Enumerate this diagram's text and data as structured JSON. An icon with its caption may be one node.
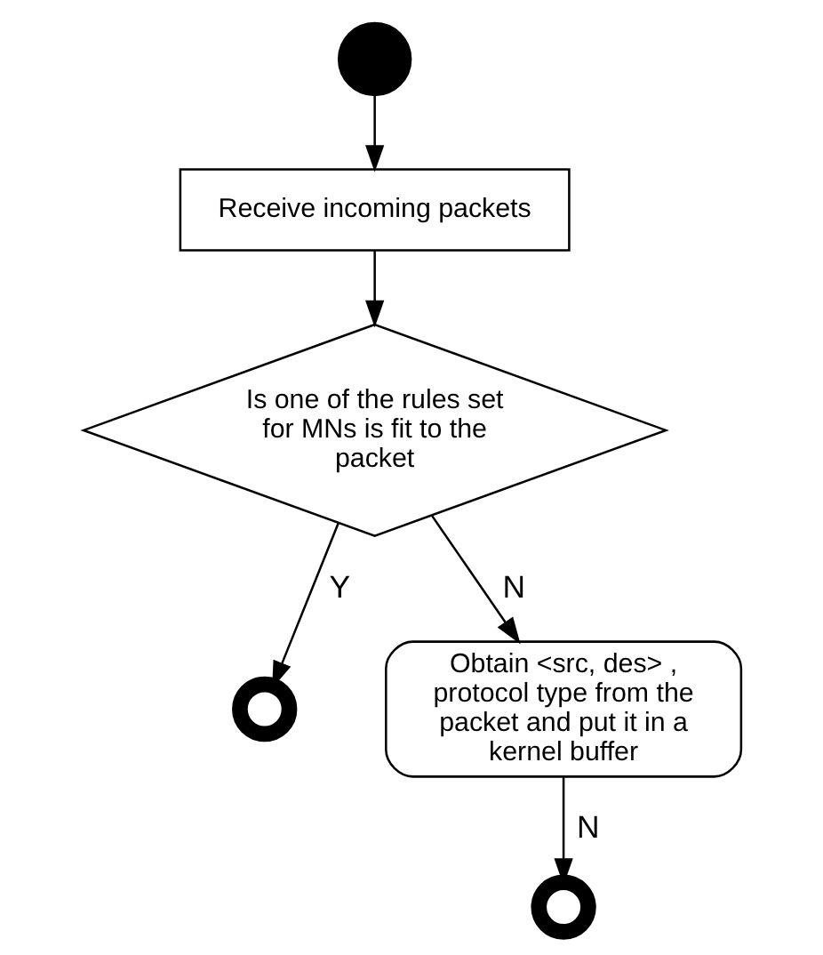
{
  "diagram": {
    "nodes": [
      {
        "text": [],
        "shape": "circle"
      },
      {
        "text": [
          "Receive incoming packets"
        ]
      },
      {
        "text": [
          "Is one of the rules set for MNs is fit to the packet"
        ]
      },
      {
        "text": [],
        "shape": "circle"
      },
      {
        "text": [
          "Obtain <src, des> , protocol type from the packet and put it in a kernel buffer"
        ]
      },
      {
        "text": [],
        "shape": "circle"
      }
    ],
    "edges": [
      {
        "from": 0,
        "to": 1,
        "arrow": "to"
      },
      {
        "from": 1,
        "to": 2,
        "arrow": "to"
      },
      {
        "from": 2,
        "to": 3,
        "arrow": "to",
        "label": "Y"
      },
      {
        "from": 2,
        "to": 4,
        "arrow": "to",
        "label": "N"
      },
      {
        "from": 4,
        "to": 5,
        "arrow": "to",
        "label": "N"
      }
    ]
  }
}
